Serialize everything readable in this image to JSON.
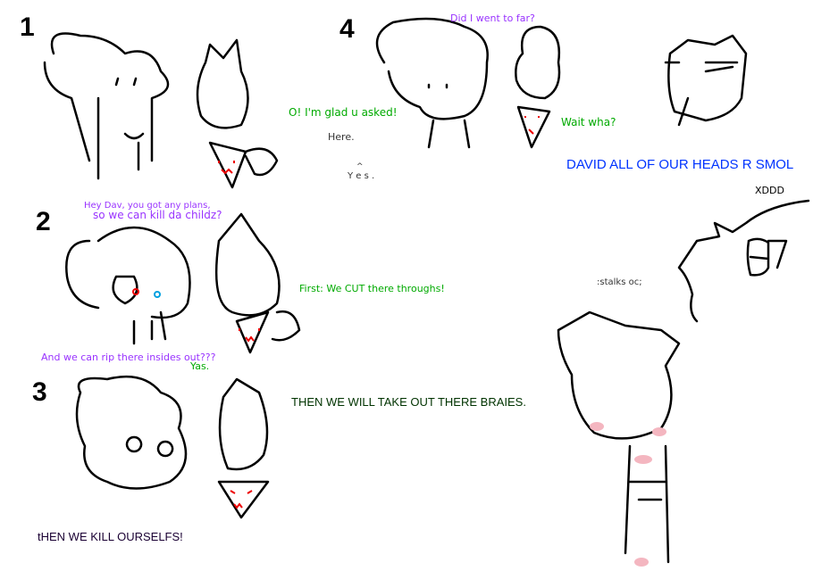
{
  "panels": {
    "p1": {
      "number": "1",
      "lines": [
        "O! I'm glad u asked!",
        "Here.",
        "^",
        "Y e s ."
      ]
    },
    "p2": {
      "number": "2",
      "lines": [
        "Hey Dav, you got any plans,",
        "so we can kill da childz?",
        "First: We CUT there throughs!",
        "And we can rip there insides out???",
        "Yas."
      ]
    },
    "p3": {
      "number": "3",
      "lines": [
        "THEN WE WILL TAKE OUT THERE BRAIES.",
        "tHEN WE KILL OURSELFS!"
      ]
    },
    "p4": {
      "number": "4",
      "lines": [
        "Did I went to far?",
        "Wait wha?"
      ]
    }
  },
  "side": {
    "heads": "DAVID ALL OF OUR HEADS  R SMOL",
    "xd": "XDDD",
    "stalks": ":stalks oc;"
  },
  "colors": {
    "purple": "#9933ff",
    "green": "#00aa00",
    "blue": "#0033ff",
    "darkgreen": "#003300",
    "navy": "#1a0033"
  }
}
